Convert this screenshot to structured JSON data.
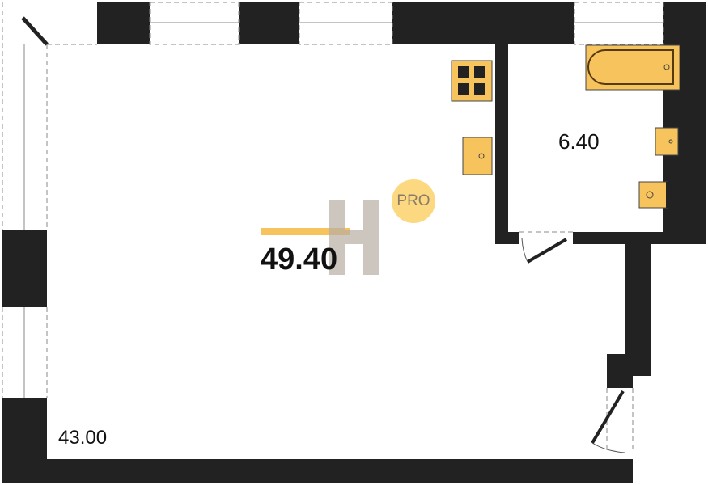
{
  "plan": {
    "total_area": "49.40",
    "bathroom_area": "6.40",
    "room_area": "43.00",
    "logo_badge": "PRO",
    "colors": {
      "wall": "#222222",
      "fixture": "#f7c35c",
      "accent": "#f7c35c"
    }
  }
}
